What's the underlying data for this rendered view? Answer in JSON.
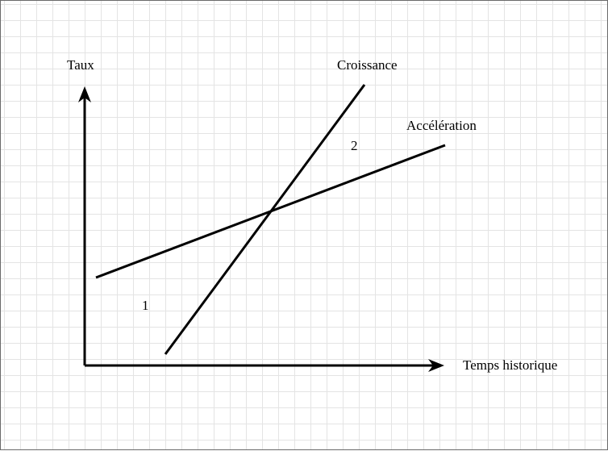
{
  "labels": {
    "y_axis": "Taux",
    "x_axis": "Temps historique",
    "line_growth": "Croissance",
    "line_acceleration": "Accélération",
    "region_1": "1",
    "region_2": "2"
  },
  "colors": {
    "lines": "#000000",
    "grid": "#e4e4e4",
    "background": "#ffffff"
  }
}
